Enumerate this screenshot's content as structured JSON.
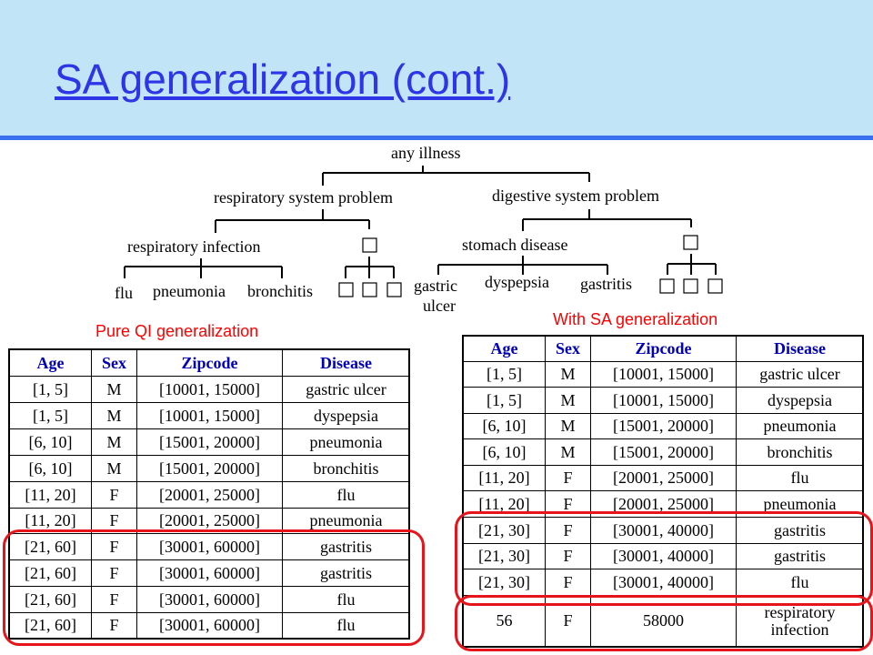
{
  "slide": {
    "title": "SA generalization (cont.)"
  },
  "tree": {
    "root": "any illness",
    "respiratory": "respiratory system problem",
    "digestive": "digestive system problem",
    "resp_infection": "respiratory infection",
    "stomach": "stomach disease",
    "flu": "flu",
    "pneumonia": "pneumonia",
    "bronchitis": "bronchitis",
    "gastric_ulcer_1": "gastric",
    "gastric_ulcer_2": "ulcer",
    "dyspepsia": "dyspepsia",
    "gastritis": "gastritis"
  },
  "left_table": {
    "caption": "Pure QI generalization",
    "headers": [
      "Age",
      "Sex",
      "Zipcode",
      "Disease"
    ],
    "rows": [
      [
        "[1, 5]",
        "M",
        "[10001, 15000]",
        "gastric ulcer"
      ],
      [
        "[1, 5]",
        "M",
        "[10001, 15000]",
        "dyspepsia"
      ],
      [
        "[6, 10]",
        "M",
        "[15001, 20000]",
        "pneumonia"
      ],
      [
        "[6, 10]",
        "M",
        "[15001, 20000]",
        "bronchitis"
      ],
      [
        "[11, 20]",
        "F",
        "[20001, 25000]",
        "flu"
      ],
      [
        "[11, 20]",
        "F",
        "[20001, 25000]",
        "pneumonia"
      ],
      [
        "[21, 60]",
        "F",
        "[30001, 60000]",
        "gastritis"
      ],
      [
        "[21, 60]",
        "F",
        "[30001, 60000]",
        "gastritis"
      ],
      [
        "[21, 60]",
        "F",
        "[30001, 60000]",
        "flu"
      ],
      [
        "[21, 60]",
        "F",
        "[30001, 60000]",
        "flu"
      ]
    ]
  },
  "right_table": {
    "caption": "With SA generalization",
    "headers": [
      "Age",
      "Sex",
      "Zipcode",
      "Disease"
    ],
    "rows": [
      [
        "[1, 5]",
        "M",
        "[10001, 15000]",
        "gastric ulcer"
      ],
      [
        "[1, 5]",
        "M",
        "[10001, 15000]",
        "dyspepsia"
      ],
      [
        "[6, 10]",
        "M",
        "[15001, 20000]",
        "pneumonia"
      ],
      [
        "[6, 10]",
        "M",
        "[15001, 20000]",
        "bronchitis"
      ],
      [
        "[11, 20]",
        "F",
        "[20001, 25000]",
        "flu"
      ],
      [
        "[11, 20]",
        "F",
        "[20001, 25000]",
        "pneumonia"
      ],
      [
        "[21, 30]",
        "F",
        "[30001, 40000]",
        "gastritis"
      ],
      [
        "[21, 30]",
        "F",
        "[30001, 40000]",
        "gastritis"
      ],
      [
        "[21, 30]",
        "F",
        "[30001, 40000]",
        "flu"
      ]
    ],
    "extra_row": {
      "age": "56",
      "sex": "F",
      "zipcode": "58000",
      "disease_1": "respiratory",
      "disease_2": "infection"
    }
  },
  "colors": {
    "header_bg": "#c2e4f7",
    "title": "#2d35e6",
    "table_header": "#0000b8",
    "highlight": "#e8141b"
  }
}
